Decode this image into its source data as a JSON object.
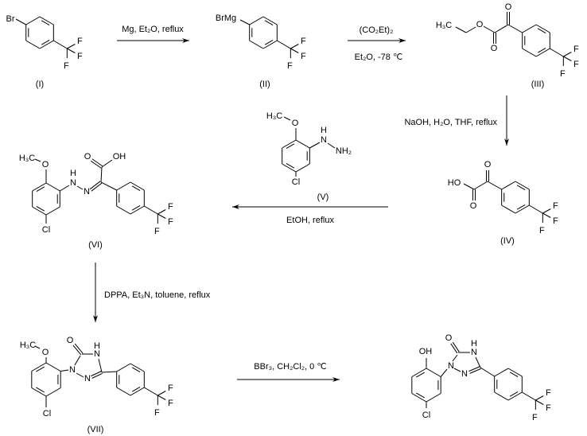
{
  "scheme": {
    "compounds": [
      {
        "id": "I",
        "label": "(I)",
        "atoms": [
          "Br",
          "F",
          "F",
          "F"
        ]
      },
      {
        "id": "II",
        "label": "(II)",
        "atoms": [
          "BrMg",
          "F",
          "F",
          "F"
        ]
      },
      {
        "id": "III",
        "label": "(III)",
        "atoms": [
          "H₃C",
          "O",
          "O",
          "O",
          "F",
          "F",
          "F"
        ]
      },
      {
        "id": "IV",
        "label": "(IV)",
        "atoms": [
          "HO",
          "O",
          "O",
          "F",
          "F",
          "F"
        ]
      },
      {
        "id": "V",
        "label": "(V)",
        "atoms": [
          "H₃C",
          "O",
          "H",
          "N",
          "NH₂",
          "Cl"
        ]
      },
      {
        "id": "VI",
        "label": "(VI)",
        "atoms": [
          "H₃C",
          "O",
          "H",
          "N",
          "N",
          "O",
          "OH",
          "Cl",
          "F",
          "F",
          "F"
        ]
      },
      {
        "id": "VII",
        "label": "(VII)",
        "atoms": [
          "H₃C",
          "O",
          "O",
          "H",
          "N",
          "N",
          "N",
          "Cl",
          "F",
          "F",
          "F"
        ]
      },
      {
        "id": "VIII",
        "atoms": [
          "OH",
          "O",
          "H",
          "N",
          "N",
          "N",
          "Cl",
          "F",
          "F",
          "F"
        ]
      }
    ],
    "reactions": [
      {
        "above": "Mg, Et₂O, reflux"
      },
      {
        "above": "(CO₂Et)₂",
        "below": "Et₂O, -78 ℃"
      },
      {
        "side": "NaOH, H₂O, THF, reflux"
      },
      {
        "below": "EtOH, reflux"
      },
      {
        "side": "DPPA, Et₃N, toluene, reflux"
      },
      {
        "above": "BBr₃, CH₂Cl₂, 0 ℃"
      }
    ]
  }
}
